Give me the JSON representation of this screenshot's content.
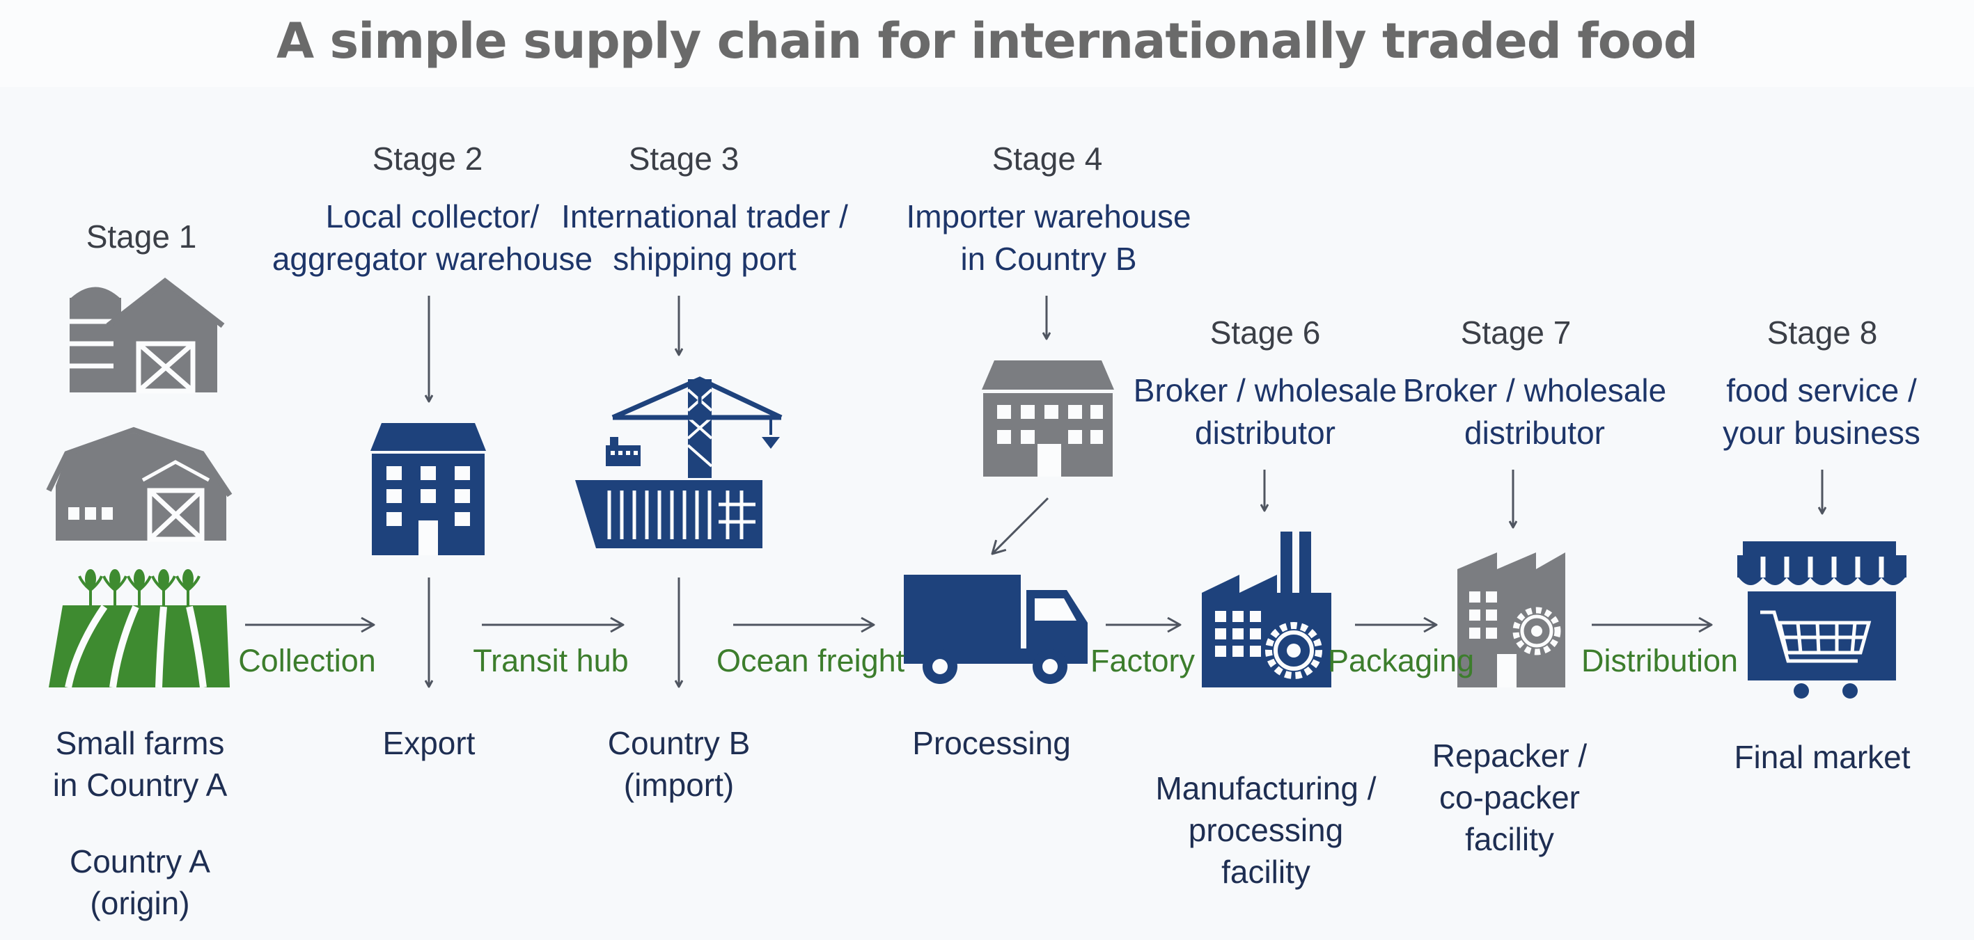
{
  "title": "A simple supply chain for internationally traded food",
  "colors": {
    "navy": "#1e427c",
    "gray": "#7b7d81",
    "green": "#3c7d2c",
    "arrow": "#4f5560"
  },
  "stages": {
    "s1": {
      "stage": "Stage 1",
      "label1": "Small farms",
      "label2": "in Country A",
      "label3": "Country A",
      "label4": "(origin)"
    },
    "s2": {
      "stage": "Stage 2",
      "role1": "Local collector/",
      "role2": "aggregator warehouse",
      "label": "Export"
    },
    "s3": {
      "stage": "Stage 3",
      "role1": "International trader /",
      "role2": "shipping port",
      "label1": "Country B",
      "label2": "(import)"
    },
    "s4": {
      "stage": "Stage 4",
      "role1": "Importer warehouse",
      "role2": "in Country B",
      "label": "Processing"
    },
    "s6": {
      "stage": "Stage 6",
      "role1": "Broker / wholesale",
      "role2": "distributor",
      "label1": "Manufacturing /",
      "label2": "processing",
      "label3": "facility"
    },
    "s7": {
      "stage": "Stage 7",
      "role1": "Broker / wholesale",
      "role2": "distributor",
      "label1": "Repacker /",
      "label2": "co-packer",
      "label3": "facility"
    },
    "s8": {
      "stage": "Stage 8",
      "role1": "food service /",
      "role2": "your business",
      "label": "Final market"
    }
  },
  "flows": [
    "Collection",
    "Transit hub",
    "Ocean freight",
    "Factory",
    "Packaging",
    "Distribution"
  ],
  "icons": [
    "silo-barn-icon",
    "barn-icon",
    "crop-field-icon",
    "warehouse-building-icon",
    "port-crane-ship-icon",
    "importer-warehouse-icon",
    "delivery-truck-icon",
    "factory-gear-icon",
    "repacker-factory-icon",
    "storefront-cart-icon"
  ]
}
